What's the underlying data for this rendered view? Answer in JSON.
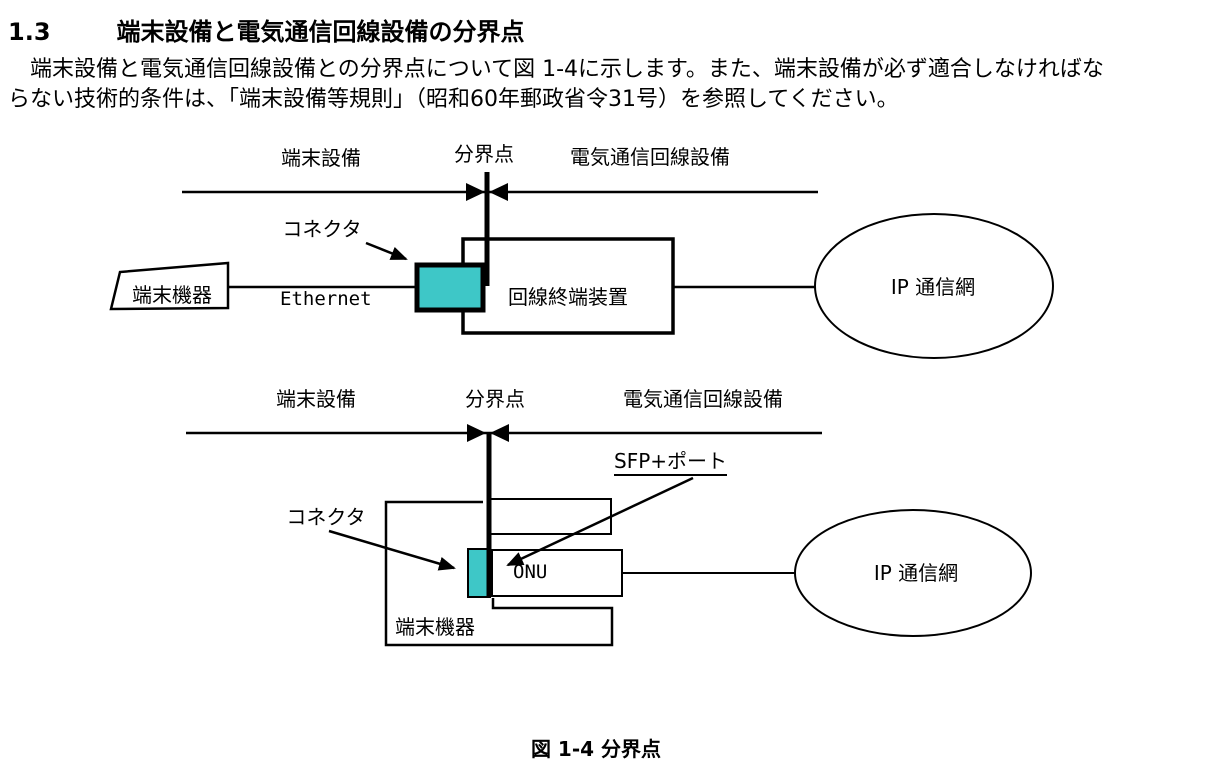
{
  "document": {
    "section_number": "1.3",
    "section_title": "端末設備と電気通信回線設備の分界点",
    "body_line1": "　端末設備と電気通信回線設備との分界点について図 1-4に示します。また、端末設備が必ず適合しなければな",
    "body_line2": "らない技術的条件は、「端末設備等規則」（昭和60年郵政省令31号）を参照してください。",
    "figure_caption": "図 1-4 分界点"
  },
  "diagram_top": {
    "zone_left_label": "端末設備",
    "demarcation_label": "分界点",
    "zone_right_label": "電気通信回線設備",
    "connector_label": "コネクタ",
    "terminal_device_label": "端末機器",
    "link_label": "Ethernet",
    "line_terminating_unit_label": "回線終端装置",
    "network_label": "IP 通信網"
  },
  "diagram_bottom": {
    "zone_left_label": "端末設備",
    "demarcation_label": "分界点",
    "zone_right_label": "電気通信回線設備",
    "sfp_port_label": "SFP+ポート",
    "connector_label": "コネクタ",
    "onu_label": "ONU",
    "terminal_device_label": "端末機器",
    "network_label": "IP 通信網"
  },
  "colors": {
    "connector_fill": "#3EC7C7",
    "stroke": "#000000",
    "text": "#000000",
    "background": "#FFFFFF"
  }
}
